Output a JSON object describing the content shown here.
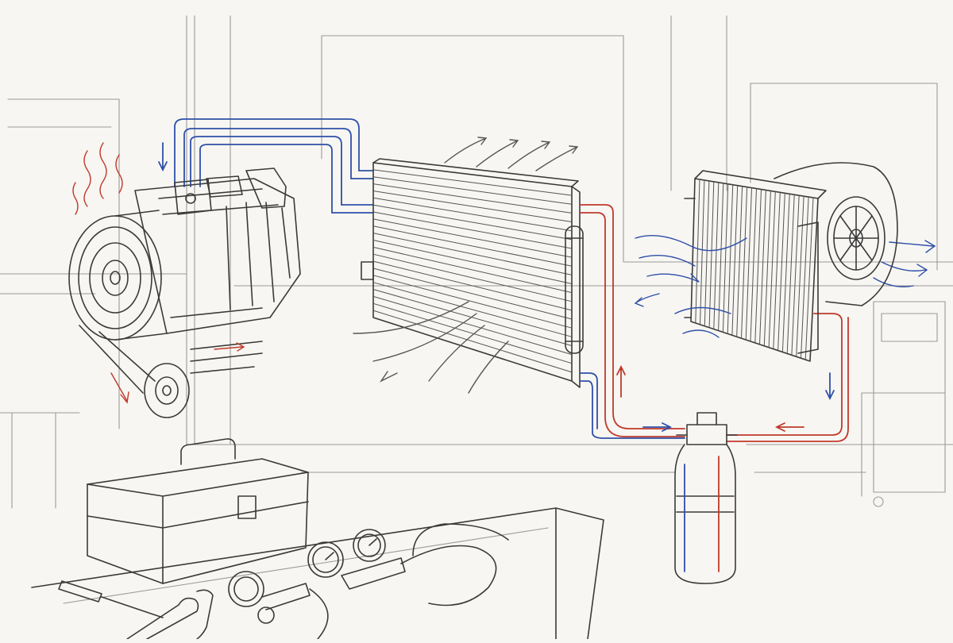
{
  "palette": {
    "paper": "#f7f6f2",
    "pencil": "#3a3a3a",
    "hot_side": "#c0392b",
    "cold_side": "#2f4fa8",
    "shadow": "#9a9a9a"
  },
  "components": [
    {
      "id": "compressor",
      "icon": "compressor-icon"
    },
    {
      "id": "condenser",
      "icon": "condenser-icon"
    },
    {
      "id": "receiver-drier",
      "icon": "receiver-drier-icon"
    },
    {
      "id": "evaporator",
      "icon": "evaporator-icon"
    },
    {
      "id": "blower-fan",
      "icon": "blower-fan-icon"
    },
    {
      "id": "accumulator",
      "icon": "accumulator-icon"
    },
    {
      "id": "toolbox",
      "icon": "toolbox-icon"
    },
    {
      "id": "manifold-gauge-set",
      "icon": "manifold-gauge-icon"
    },
    {
      "id": "screwdriver",
      "icon": "screwdriver-icon"
    },
    {
      "id": "wrench",
      "icon": "wrench-icon"
    }
  ]
}
